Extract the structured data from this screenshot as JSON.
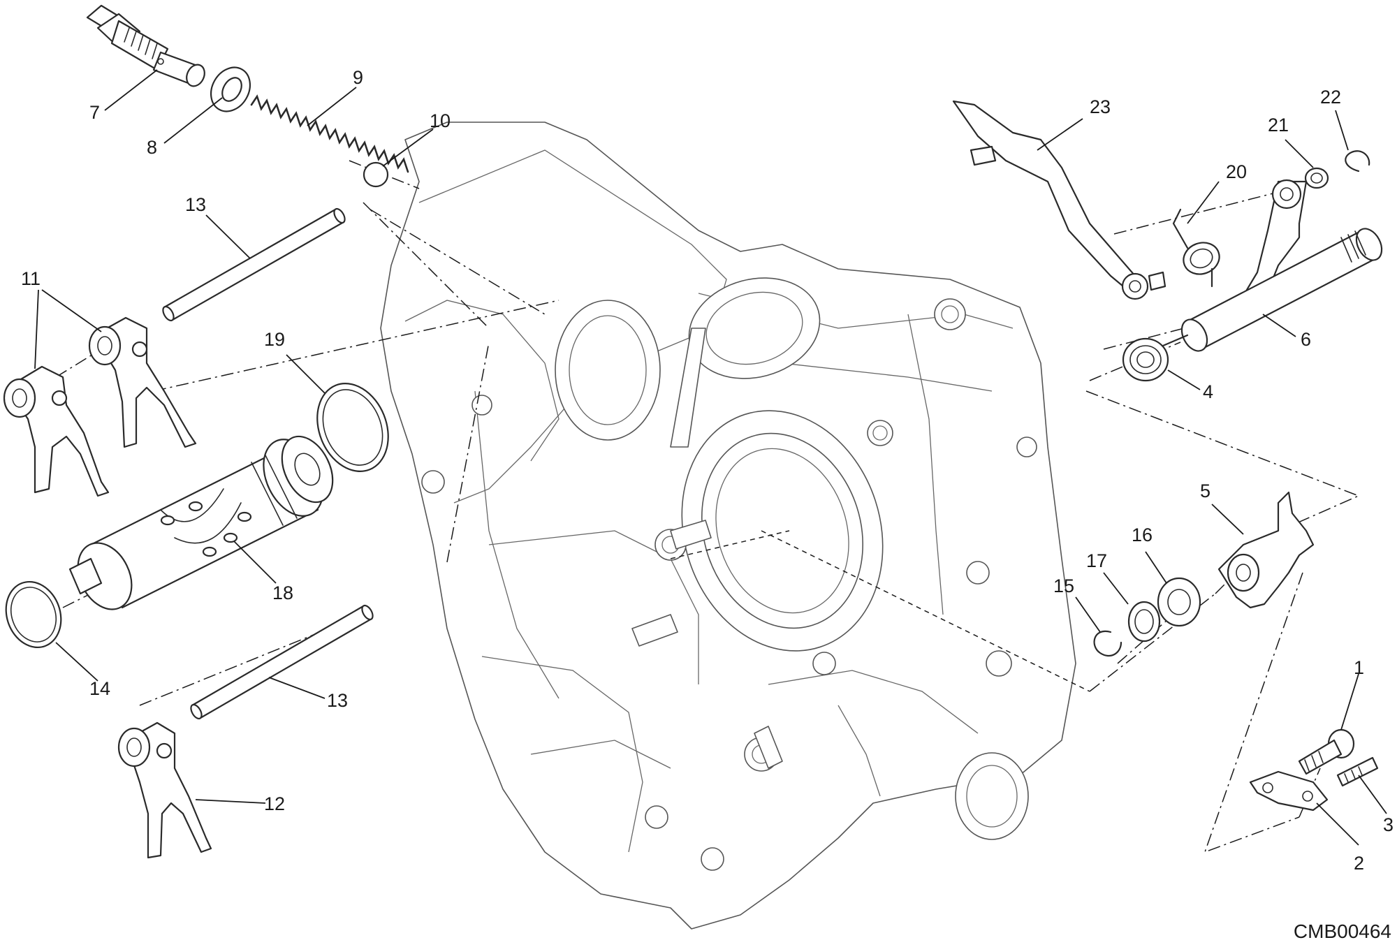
{
  "drawing_code": "CMB00464",
  "callouts": [
    {
      "id": "1",
      "label": "1"
    },
    {
      "id": "2",
      "label": "2"
    },
    {
      "id": "3",
      "label": "3"
    },
    {
      "id": "4",
      "label": "4"
    },
    {
      "id": "5",
      "label": "5"
    },
    {
      "id": "6",
      "label": "6"
    },
    {
      "id": "7",
      "label": "7"
    },
    {
      "id": "8",
      "label": "8"
    },
    {
      "id": "9",
      "label": "9"
    },
    {
      "id": "10",
      "label": "10"
    },
    {
      "id": "11",
      "label": "11"
    },
    {
      "id": "12",
      "label": "12"
    },
    {
      "id": "13a",
      "label": "13"
    },
    {
      "id": "13b",
      "label": "13"
    },
    {
      "id": "14",
      "label": "14"
    },
    {
      "id": "15",
      "label": "15"
    },
    {
      "id": "16",
      "label": "16"
    },
    {
      "id": "17",
      "label": "17"
    },
    {
      "id": "18",
      "label": "18"
    },
    {
      "id": "19",
      "label": "19"
    },
    {
      "id": "20",
      "label": "20"
    },
    {
      "id": "21",
      "label": "21"
    },
    {
      "id": "22",
      "label": "22"
    },
    {
      "id": "23",
      "label": "23"
    }
  ]
}
